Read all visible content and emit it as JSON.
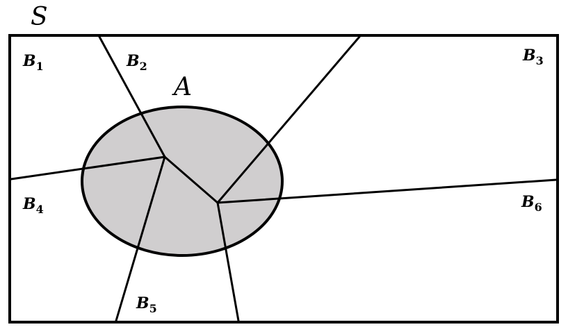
{
  "diagram": {
    "sample_space_label": "S",
    "event_label": "A",
    "partitions": [
      {
        "letter": "B",
        "index": "1"
      },
      {
        "letter": "B",
        "index": "2"
      },
      {
        "letter": "B",
        "index": "3"
      },
      {
        "letter": "B",
        "index": "4"
      },
      {
        "letter": "B",
        "index": "5"
      },
      {
        "letter": "B",
        "index": "6"
      }
    ],
    "colors": {
      "event_fill": "#d0cecf",
      "stroke": "#000000",
      "background": "#ffffff"
    }
  }
}
